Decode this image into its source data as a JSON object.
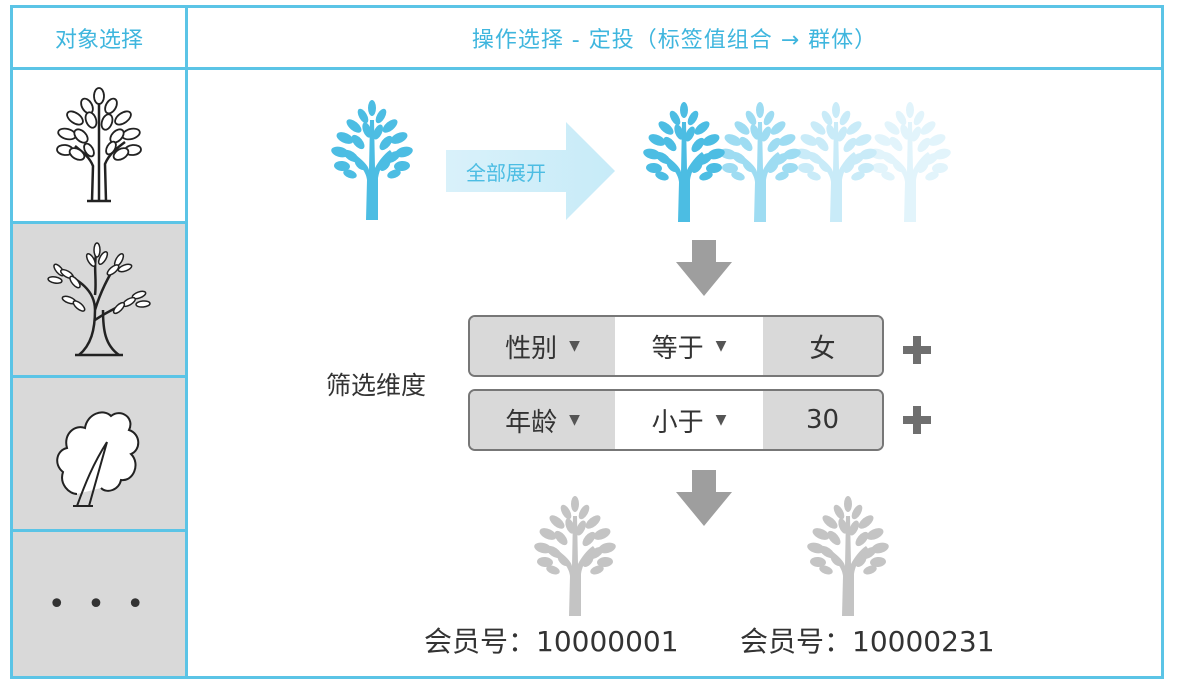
{
  "header": {
    "object_select": "对象选择",
    "operation_select": "操作选择 - 定投（标签值组合 → 群体）"
  },
  "sidebar": {
    "more": "• • •"
  },
  "flow": {
    "expand_label": "全部展开",
    "filter_dimensions_label": "筛选维度"
  },
  "filters": [
    {
      "dimension": "性别",
      "operator": "等于",
      "value": "女"
    },
    {
      "dimension": "年龄",
      "operator": "小于",
      "value": "30"
    }
  ],
  "results": [
    {
      "label": "会员号：",
      "id": "10000001"
    },
    {
      "label": "会员号：",
      "id": "10000231"
    }
  ],
  "colors": {
    "accent": "#5bc4e6",
    "accent_text": "#3fb6de",
    "selected_bg": "#d9d9d9",
    "arrow_gray": "#9e9e9e",
    "tree_blue": "#4cbde3",
    "tree_gray": "#c4c4c4"
  }
}
